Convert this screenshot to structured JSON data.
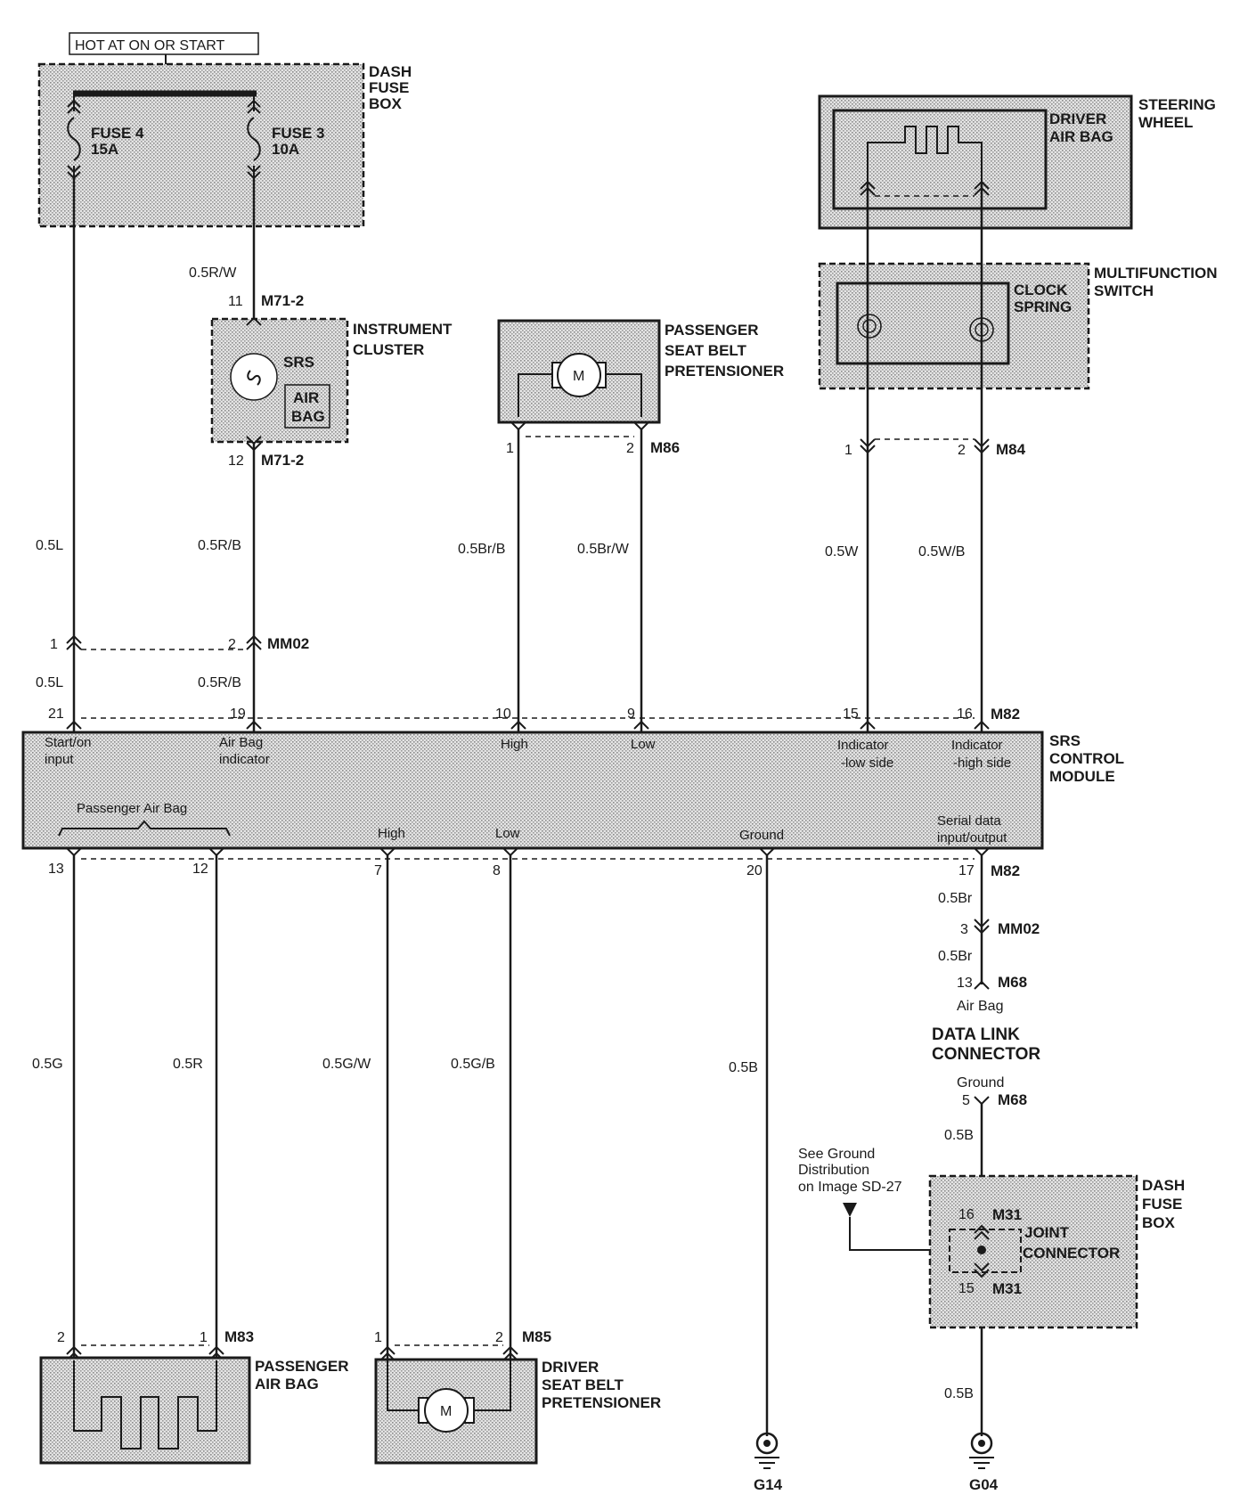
{
  "header": {
    "hot_label": "HOT AT ON OR START"
  },
  "dash_fuse_box_top": {
    "label_l1": "DASH",
    "label_l2": "FUSE",
    "label_l3": "BOX",
    "fuse4_name": "FUSE 4",
    "fuse4_rating": "15A",
    "fuse3_name": "FUSE 3",
    "fuse3_rating": "10A"
  },
  "instrument_cluster": {
    "label_l1": "INSTRUMENT",
    "label_l2": "CLUSTER",
    "srs": "SRS",
    "air": "AIR",
    "bag": "BAG",
    "pin_top": "11",
    "conn_top": "M71-2",
    "pin_bot": "12",
    "conn_bot": "M71-2",
    "wire_top": "0.5R/W"
  },
  "passenger_pretensioner": {
    "label_l1": "PASSENGER",
    "label_l2": "SEAT BELT",
    "label_l3": "PRETENSIONER",
    "motor": "M",
    "pin1": "1",
    "pin2": "2",
    "conn": "M86"
  },
  "steering_wheel": {
    "label_l1": "STEERING",
    "label_l2": "WHEEL",
    "airbag_l1": "DRIVER",
    "airbag_l2": "AIR BAG"
  },
  "multifunction_switch": {
    "label_l1": "MULTIFUNCTION",
    "label_l2": "SWITCH",
    "clock_l1": "CLOCK",
    "clock_l2": "SPRING",
    "pin1": "1",
    "pin2": "2",
    "conn": "M84"
  },
  "wires_upper": {
    "w_05L_a": "0.5L",
    "w_05RB_a": "0.5R/B",
    "w_05BrB": "0.5Br/B",
    "w_05BrW": "0.5Br/W",
    "w_05W": "0.5W",
    "w_05WB": "0.5W/B",
    "w_05L_b": "0.5L",
    "w_05RB_b": "0.5R/B"
  },
  "mm02_top": {
    "pin1": "1",
    "pin2": "2",
    "conn": "MM02"
  },
  "srs_module": {
    "label_l1": "SRS",
    "label_l2": "CONTROL",
    "label_l3": "MODULE",
    "top_pins": {
      "p21": "21",
      "p19": "19",
      "p10": "10",
      "p9": "9",
      "p15": "15",
      "p16": "16",
      "conn": "M82"
    },
    "start_l1": "Start/on",
    "start_l2": "input",
    "airbag_ind_l1": "Air Bag",
    "airbag_ind_l2": "indicator",
    "high_top": "High",
    "low_top": "Low",
    "ind_low_l1": "Indicator",
    "ind_low_l2": "-low side",
    "ind_high_l1": "Indicator",
    "ind_high_l2": "-high side",
    "passenger_airbag": "Passenger Air Bag",
    "high_bot": "High",
    "low_bot": "Low",
    "ground": "Ground",
    "serial_l1": "Serial data",
    "serial_l2": "input/output",
    "bot_pins": {
      "p13": "13",
      "p12": "12",
      "p7": "7",
      "p8": "8",
      "p20": "20",
      "p17": "17",
      "conn": "M82"
    }
  },
  "data_link": {
    "w_05Br_a": "0.5Br",
    "pin3": "3",
    "conn_mm02": "MM02",
    "w_05Br_b": "0.5Br",
    "pin13": "13",
    "conn_m68_a": "M68",
    "airbag": "Air Bag",
    "title_l1": "DATA LINK",
    "title_l2": "CONNECTOR",
    "ground": "Ground",
    "pin5": "5",
    "conn_m68_b": "M68",
    "w_05B": "0.5B"
  },
  "ground_note": {
    "l1": "See Ground",
    "l2": "Distribution",
    "l3": "on Image SD-27"
  },
  "dash_fuse_box_bot": {
    "label_l1": "DASH",
    "label_l2": "FUSE",
    "label_l3": "BOX",
    "pin16": "16",
    "conn16": "M31",
    "joint_l1": "JOINT",
    "joint_l2": "CONNECTOR",
    "pin15": "15",
    "conn15": "M31",
    "w_05B": "0.5B",
    "ground": "G04"
  },
  "wires_lower": {
    "w_05G": "0.5G",
    "w_05R": "0.5R",
    "w_05GW": "0.5G/W",
    "w_05GB": "0.5G/B",
    "w_05B": "0.5B",
    "ground": "G14"
  },
  "passenger_airbag": {
    "label_l1": "PASSENGER",
    "label_l2": "AIR BAG",
    "pin2": "2",
    "pin1": "1",
    "conn": "M83"
  },
  "driver_pretensioner": {
    "label_l1": "DRIVER",
    "label_l2": "SEAT BELT",
    "label_l3": "PRETENSIONER",
    "motor": "M",
    "pin1": "1",
    "pin2": "2",
    "conn": "M85"
  }
}
